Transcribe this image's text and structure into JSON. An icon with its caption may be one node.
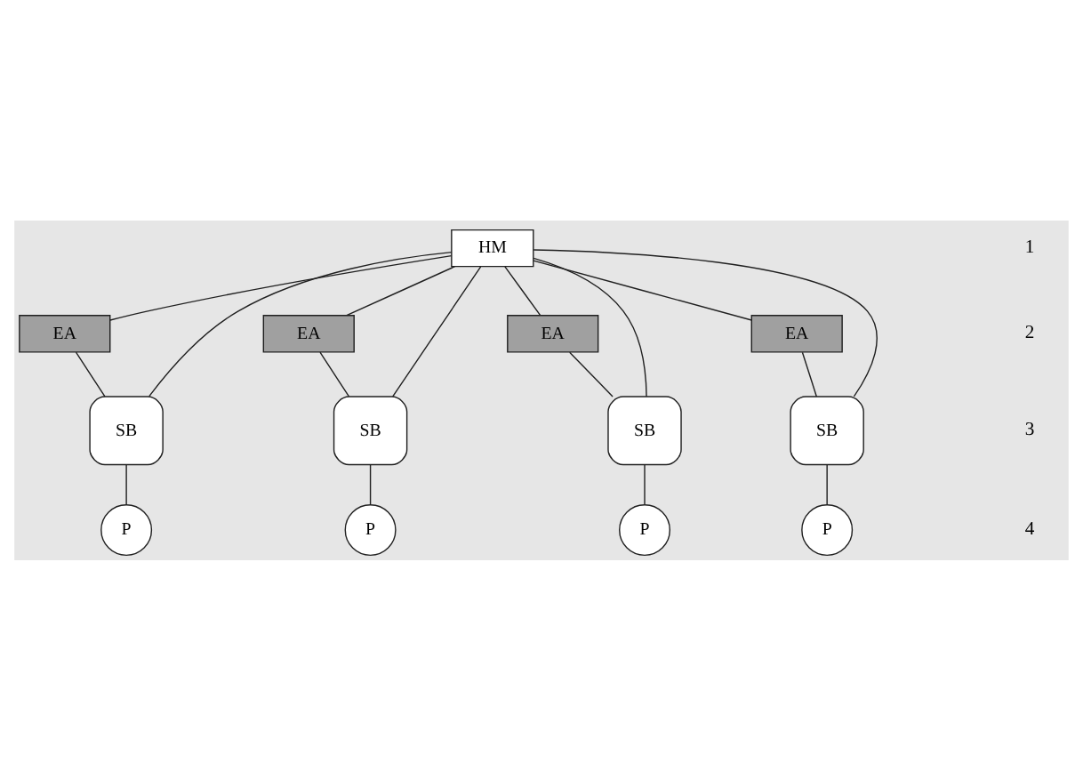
{
  "diagram": {
    "nodes": [
      {
        "text": [
          "HM"
        ]
      },
      {
        "text": [
          "EA"
        ]
      },
      {
        "text": [
          "EA"
        ]
      },
      {
        "text": [
          "EA"
        ]
      },
      {
        "text": [
          "EA"
        ]
      },
      {
        "text": [
          "SB"
        ]
      },
      {
        "text": [
          "SB"
        ]
      },
      {
        "text": [
          "SB"
        ]
      },
      {
        "text": [
          "SB"
        ]
      },
      {
        "text": [
          "P"
        ]
      },
      {
        "text": [
          "P"
        ]
      },
      {
        "text": [
          "P"
        ]
      },
      {
        "text": [
          "P"
        ]
      }
    ],
    "edges": [
      {
        "from": 0,
        "to": 1,
        "arrow": "none"
      },
      {
        "from": 0,
        "to": 5,
        "arrow": "none"
      },
      {
        "from": 0,
        "to": 2,
        "arrow": "none"
      },
      {
        "from": 0,
        "to": 6,
        "arrow": "none"
      },
      {
        "from": 0,
        "to": 3,
        "arrow": "none"
      },
      {
        "from": 0,
        "to": 7,
        "arrow": "none"
      },
      {
        "from": 0,
        "to": 4,
        "arrow": "none"
      },
      {
        "from": 0,
        "to": 8,
        "arrow": "none"
      },
      {
        "from": 1,
        "to": 5,
        "arrow": "none"
      },
      {
        "from": 2,
        "to": 6,
        "arrow": "none"
      },
      {
        "from": 3,
        "to": 7,
        "arrow": "none"
      },
      {
        "from": 4,
        "to": 8,
        "arrow": "none"
      },
      {
        "from": 5,
        "to": 9,
        "arrow": "none"
      },
      {
        "from": 6,
        "to": 10,
        "arrow": "none"
      },
      {
        "from": 7,
        "to": 11,
        "arrow": "none"
      },
      {
        "from": 8,
        "to": 12,
        "arrow": "none"
      }
    ],
    "labels": [
      "1",
      "2",
      "3",
      "4"
    ]
  }
}
